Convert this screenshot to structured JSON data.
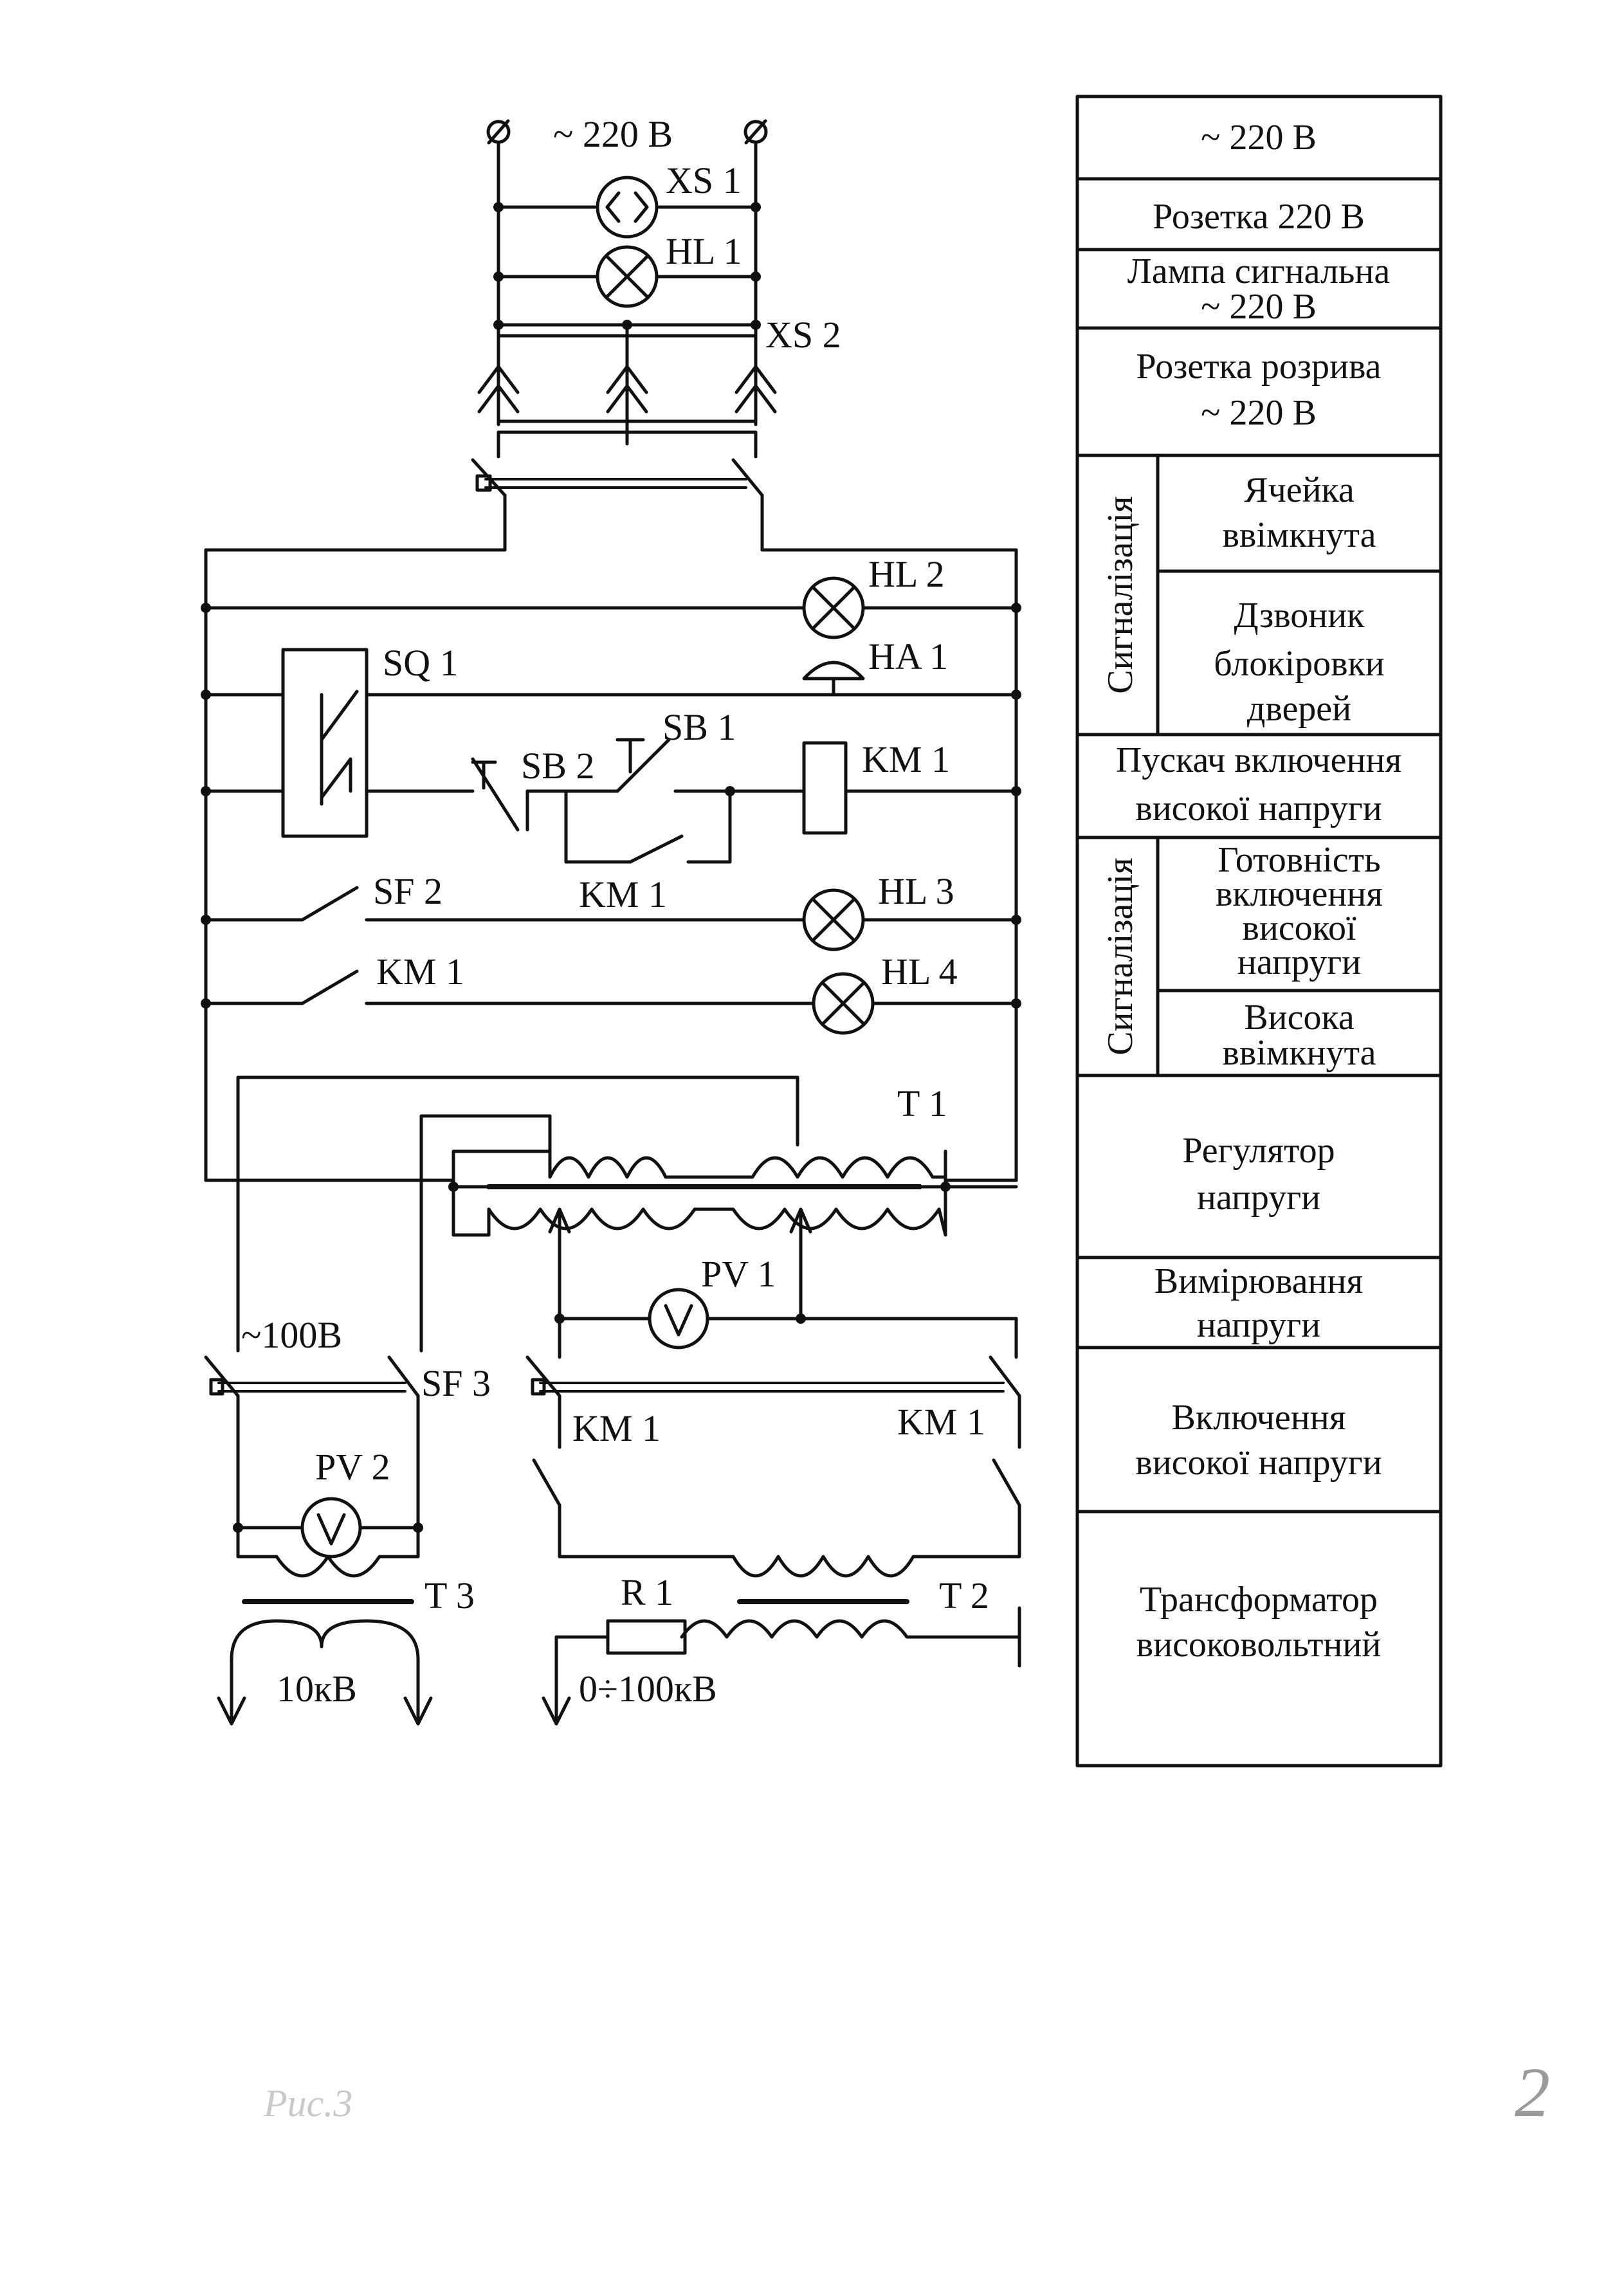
{
  "schematic": {
    "supply_label": "~ 220 В",
    "xs1": "XS 1",
    "hl1": "HL 1",
    "xs2": "XS 2",
    "hl2": "HL 2",
    "sq1": "SQ 1",
    "ha1": "HA 1",
    "sb1": "SB 1",
    "sb2": "SB 2",
    "km1_coil": "KM 1",
    "km1_self": "KM 1",
    "sf2": "SF 2",
    "hl3": "HL 3",
    "km1_sig": "KM 1",
    "hl4": "HL 4",
    "t1": "T 1",
    "pv1": "PV 1",
    "v100": "~100В",
    "sf3": "SF 3",
    "km1_left": "KM 1",
    "km1_right": "KM 1",
    "pv2": "PV 2",
    "t3": "T 3",
    "r1": "R 1",
    "t2": "T 2",
    "out10": "10кВ",
    "out100": "0÷100кВ"
  },
  "table": {
    "row1": "~ 220 В",
    "row2": "Розетка 220 В",
    "row3_a": "Лампа сигнальна",
    "row3_b": "~ 220 В",
    "row4_a": "Розетка розрива",
    "row4_b": "~ 220 В",
    "group1_label": "Сигналізація",
    "row5_a": "Ячейка",
    "row5_b": "ввімкнута",
    "row6_a": "Дзвоник",
    "row6_b": "блокіровки",
    "row6_c": "дверей",
    "row7_a": "Пускач включення",
    "row7_b": "високої напруги",
    "group2_label": "Сигналізація",
    "row8_a": "Готовність",
    "row8_b": "включення",
    "row8_c": "високої",
    "row8_d": "напруги",
    "row9_a": "Висока",
    "row9_b": "ввімкнута",
    "row10_a": "Регулятор",
    "row10_b": "напруги",
    "row11_a": "Вимірювання",
    "row11_b": "напруги",
    "row12_a": "Включення",
    "row12_b": "високої напруги",
    "row13_a": "Трансформатор",
    "row13_b": "високовольтний"
  },
  "footer": {
    "figure_note": "Рис.3",
    "page_number": "2"
  }
}
